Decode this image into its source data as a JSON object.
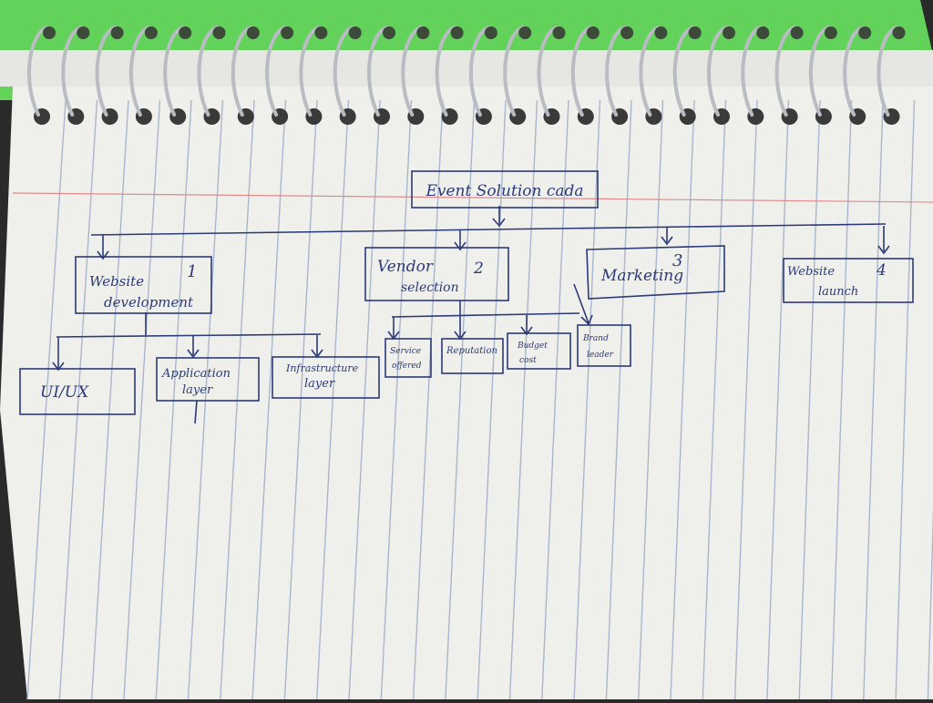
{
  "diagram": {
    "root": {
      "label": "Event Solution cada"
    },
    "level1": [
      {
        "number": "1",
        "line1": "Website",
        "line2": "development"
      },
      {
        "number": "2",
        "line1": "Vendor",
        "line2": "selection"
      },
      {
        "number": "3",
        "line1": "Marketing",
        "line2": ""
      },
      {
        "number": "4",
        "line1": "Website",
        "line2": "launch"
      }
    ],
    "website_children": [
      {
        "line1": "UI/UX",
        "line2": ""
      },
      {
        "line1": "Application",
        "line2": "layer"
      },
      {
        "line1": "Infrastructure",
        "line2": "layer"
      }
    ],
    "vendor_children": [
      {
        "line1": "Service",
        "line2": "offered"
      },
      {
        "line1": "Reputation",
        "line2": ""
      },
      {
        "line1": "Budget",
        "line2": "cost"
      },
      {
        "line1": "Brand",
        "line2": "leader"
      }
    ]
  },
  "colors": {
    "ink": "#2b3a78",
    "paper": "#efefec",
    "rule_line": "#a9b6cc",
    "margin_line": "#e08a8a",
    "cover": "#62d25a",
    "spiral": "#b9bcc2",
    "background": "#2a2a2a"
  }
}
